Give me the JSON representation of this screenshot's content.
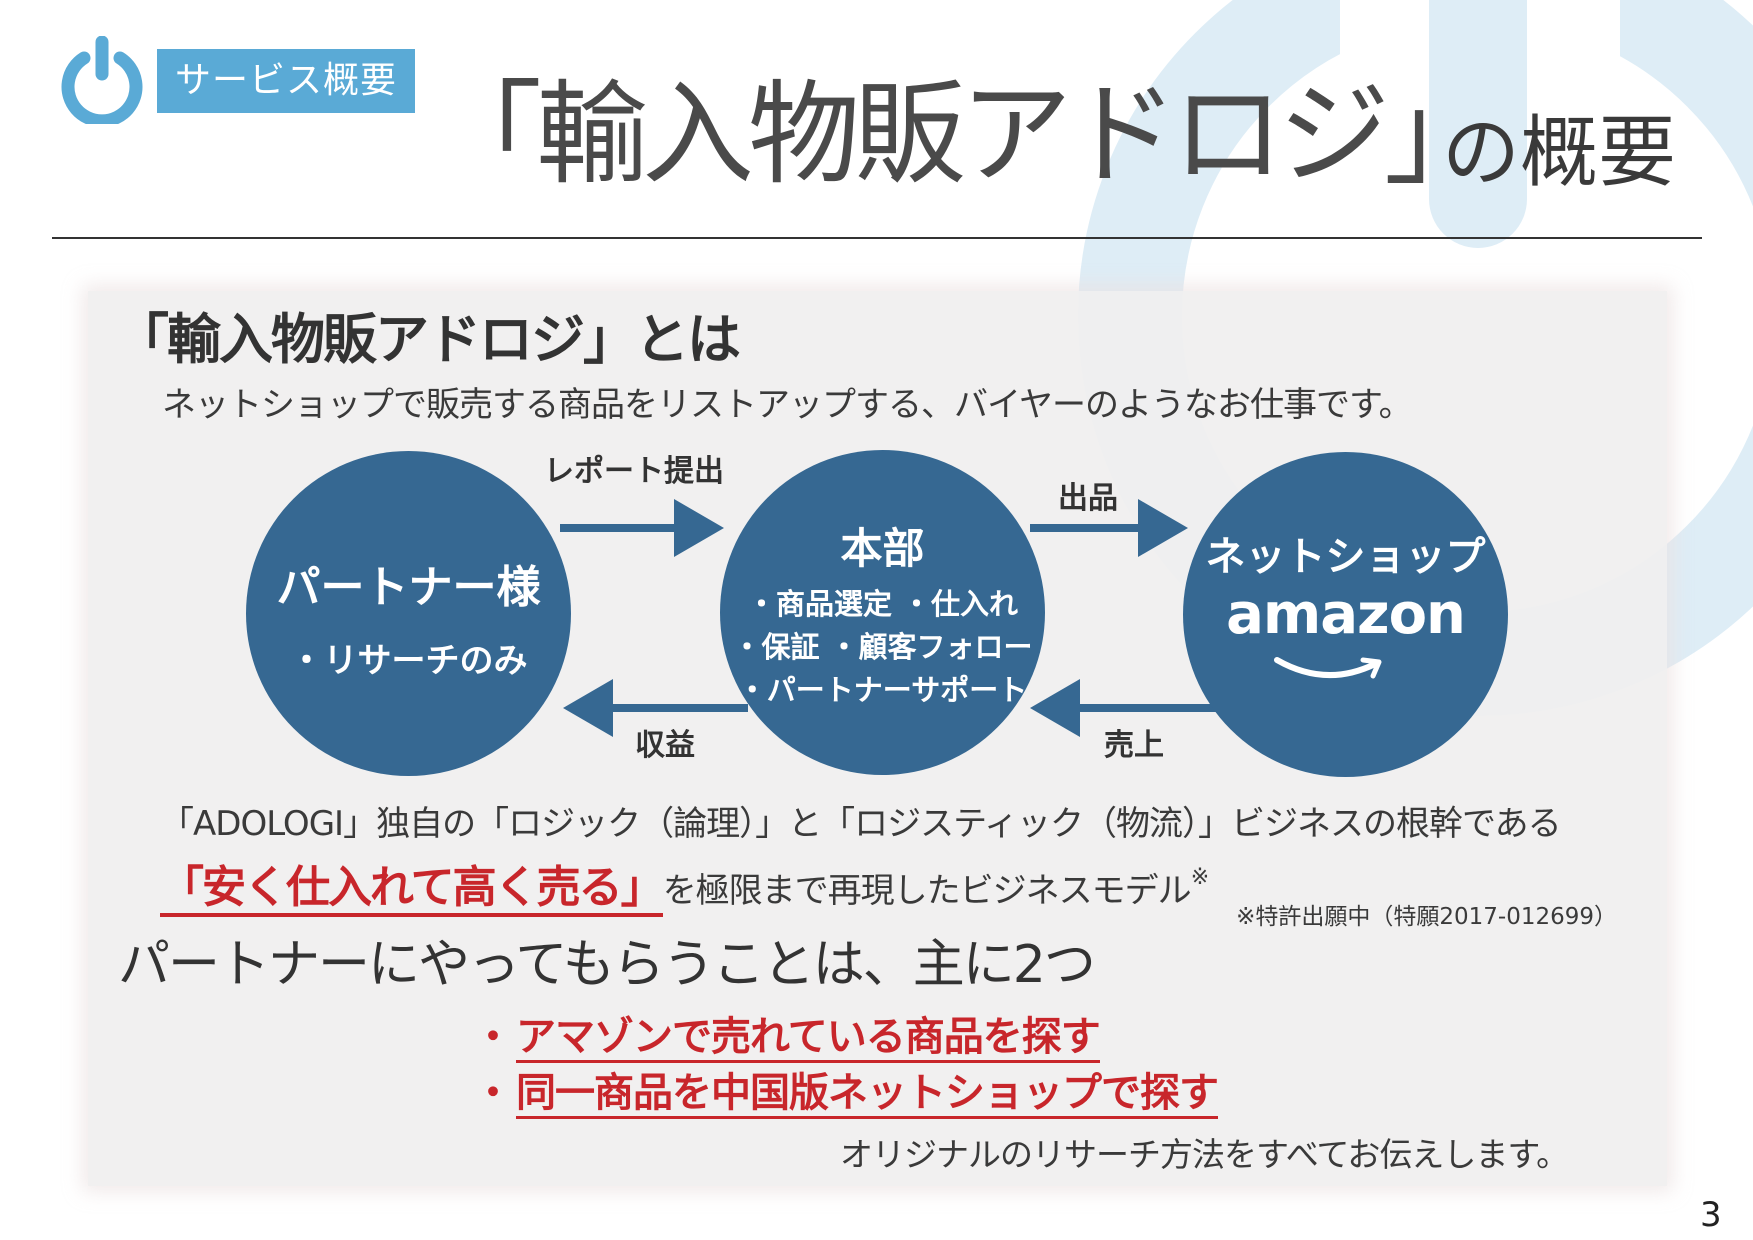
{
  "header": {
    "section_tag": "サービス概要",
    "title_main": "「輸入物販アドロジ」",
    "title_suffix": "の概要",
    "icon": "power-icon"
  },
  "panel": {
    "heading": "「輸入物販アドロジ」とは",
    "lead": "ネットショップで販売する商品をリストアップする、バイヤーのようなお仕事です。",
    "diagram": {
      "nodes": [
        {
          "title": "パートナー様",
          "lines": [
            "・リサーチのみ"
          ]
        },
        {
          "title": "本部",
          "lines": [
            "・商品選定 ・仕入れ",
            "・保証 ・顧客フォロー",
            "・パートナーサポート"
          ]
        },
        {
          "title": "ネットショップ",
          "lines": [
            "amazon"
          ]
        }
      ],
      "arrows": [
        {
          "label": "レポート提出",
          "from": "パートナー様",
          "to": "本部"
        },
        {
          "label": "出品",
          "from": "本部",
          "to": "ネットショップ"
        },
        {
          "label": "売上",
          "from": "ネットショップ",
          "to": "本部"
        },
        {
          "label": "収益",
          "from": "本部",
          "to": "パートナー様"
        }
      ]
    },
    "description": {
      "line1": "「ADOLOGI」独自の「ロジック（論理）」と「ロジスティック（物流）」ビジネスの根幹である",
      "highlight": "「安く仕入れて高く売る」",
      "line2_rest": "を極限まで再現したビジネスモデル",
      "superscript": "※",
      "footnote": "※特許出願中（特願2017-012699）"
    },
    "heading2": "パートナーにやってもらうことは、主に2つ",
    "tasks": [
      {
        "bullet": "・",
        "text": "アマゾンで売れている商品を探す"
      },
      {
        "bullet": "・",
        "text": "同一商品を中国版ネットショップで探す"
      }
    ],
    "closing": "オリジナルのリサーチ方法をすべてお伝えします。"
  },
  "page_number": "3",
  "colors": {
    "accent_blue": "#5aaad6",
    "circle_blue": "#366892",
    "highlight_red": "#c8262b",
    "watermark_blue": "#deedf6",
    "panel_bg": "#f0efef"
  }
}
